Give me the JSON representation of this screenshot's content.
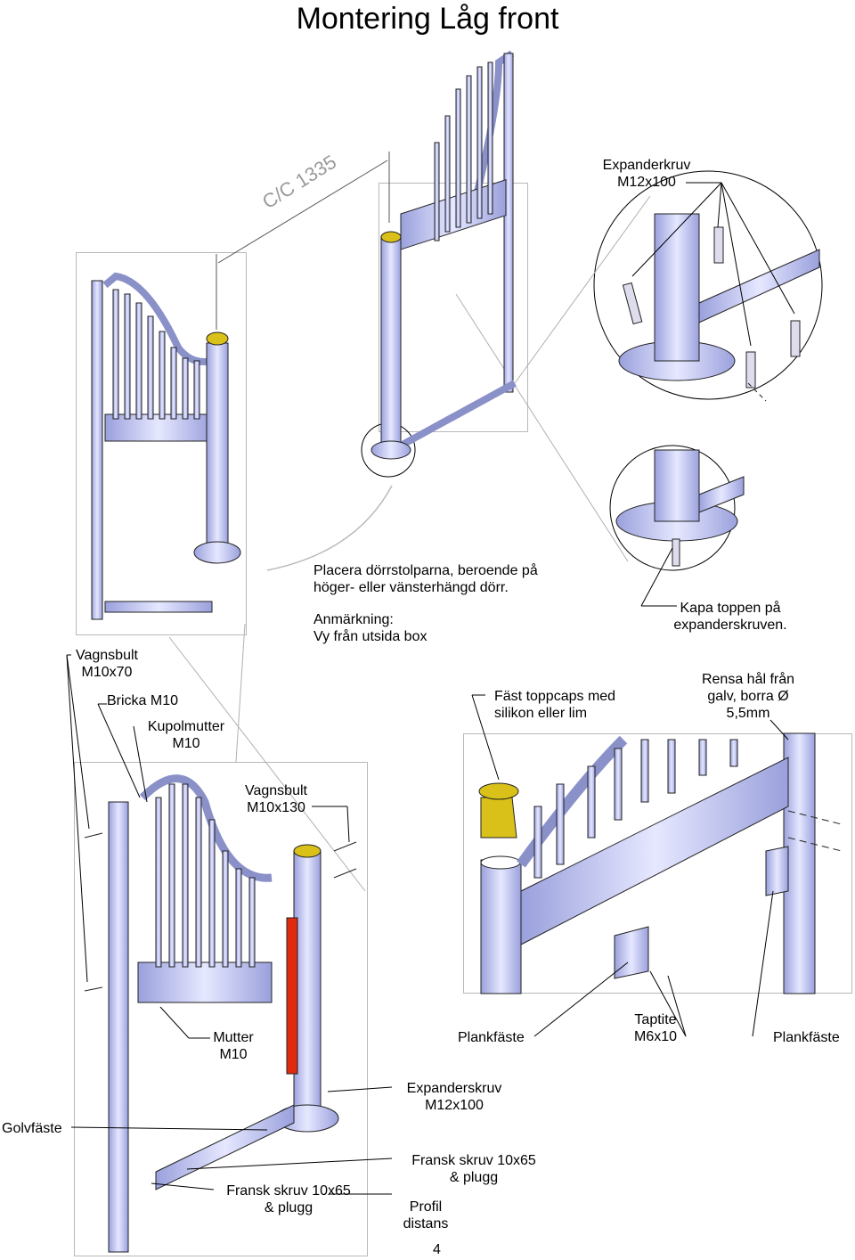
{
  "title": "Montering Låg front",
  "dimension": "C/C 1335",
  "labels": {
    "expanderkruv_top": "Expanderkruv\nM12x100",
    "placera": "Placera dörrstolparna, beroende på\nhöger- eller vänsterhängd dörr.",
    "anmarkning": "Anmärkning:\nVy från utsida box",
    "kapa": "Kapa toppen på\nexpanderskruven.",
    "vagnsbult_70": "Vagnsbult\nM10x70",
    "bricka": "Bricka M10",
    "kupolmutter": "Kupolmutter\nM10",
    "fast_toppcaps": "Fäst toppcaps med\nsilikon eller lim",
    "rensa": "Rensa hål från\ngalv, borra Ø\n5,5mm",
    "vagnsbult_130": "Vagnsbult\nM10x130",
    "mutter": "Mutter\nM10",
    "plankfaste_1": "Plankfäste",
    "taptite": "Taptite\nM6x10",
    "plankfaste_2": "Plankfäste",
    "golvfaste": "Golvfäste",
    "expanderskruv_bottom": "Expanderskruv\nM12x100",
    "fransk_1": "Fransk skruv 10x65\n& plugg",
    "fransk_2": "Fransk skruv 10x65\n& plugg",
    "profil": "Profil\ndistans",
    "page_number": "4"
  },
  "colors": {
    "steel": "#c8ccf0",
    "steel_dark": "#8a90c8",
    "cap": "#d9c11a",
    "cap_dark": "#9c8a0a",
    "spacer": "#e02a10",
    "frame": "#b8b8b8"
  }
}
